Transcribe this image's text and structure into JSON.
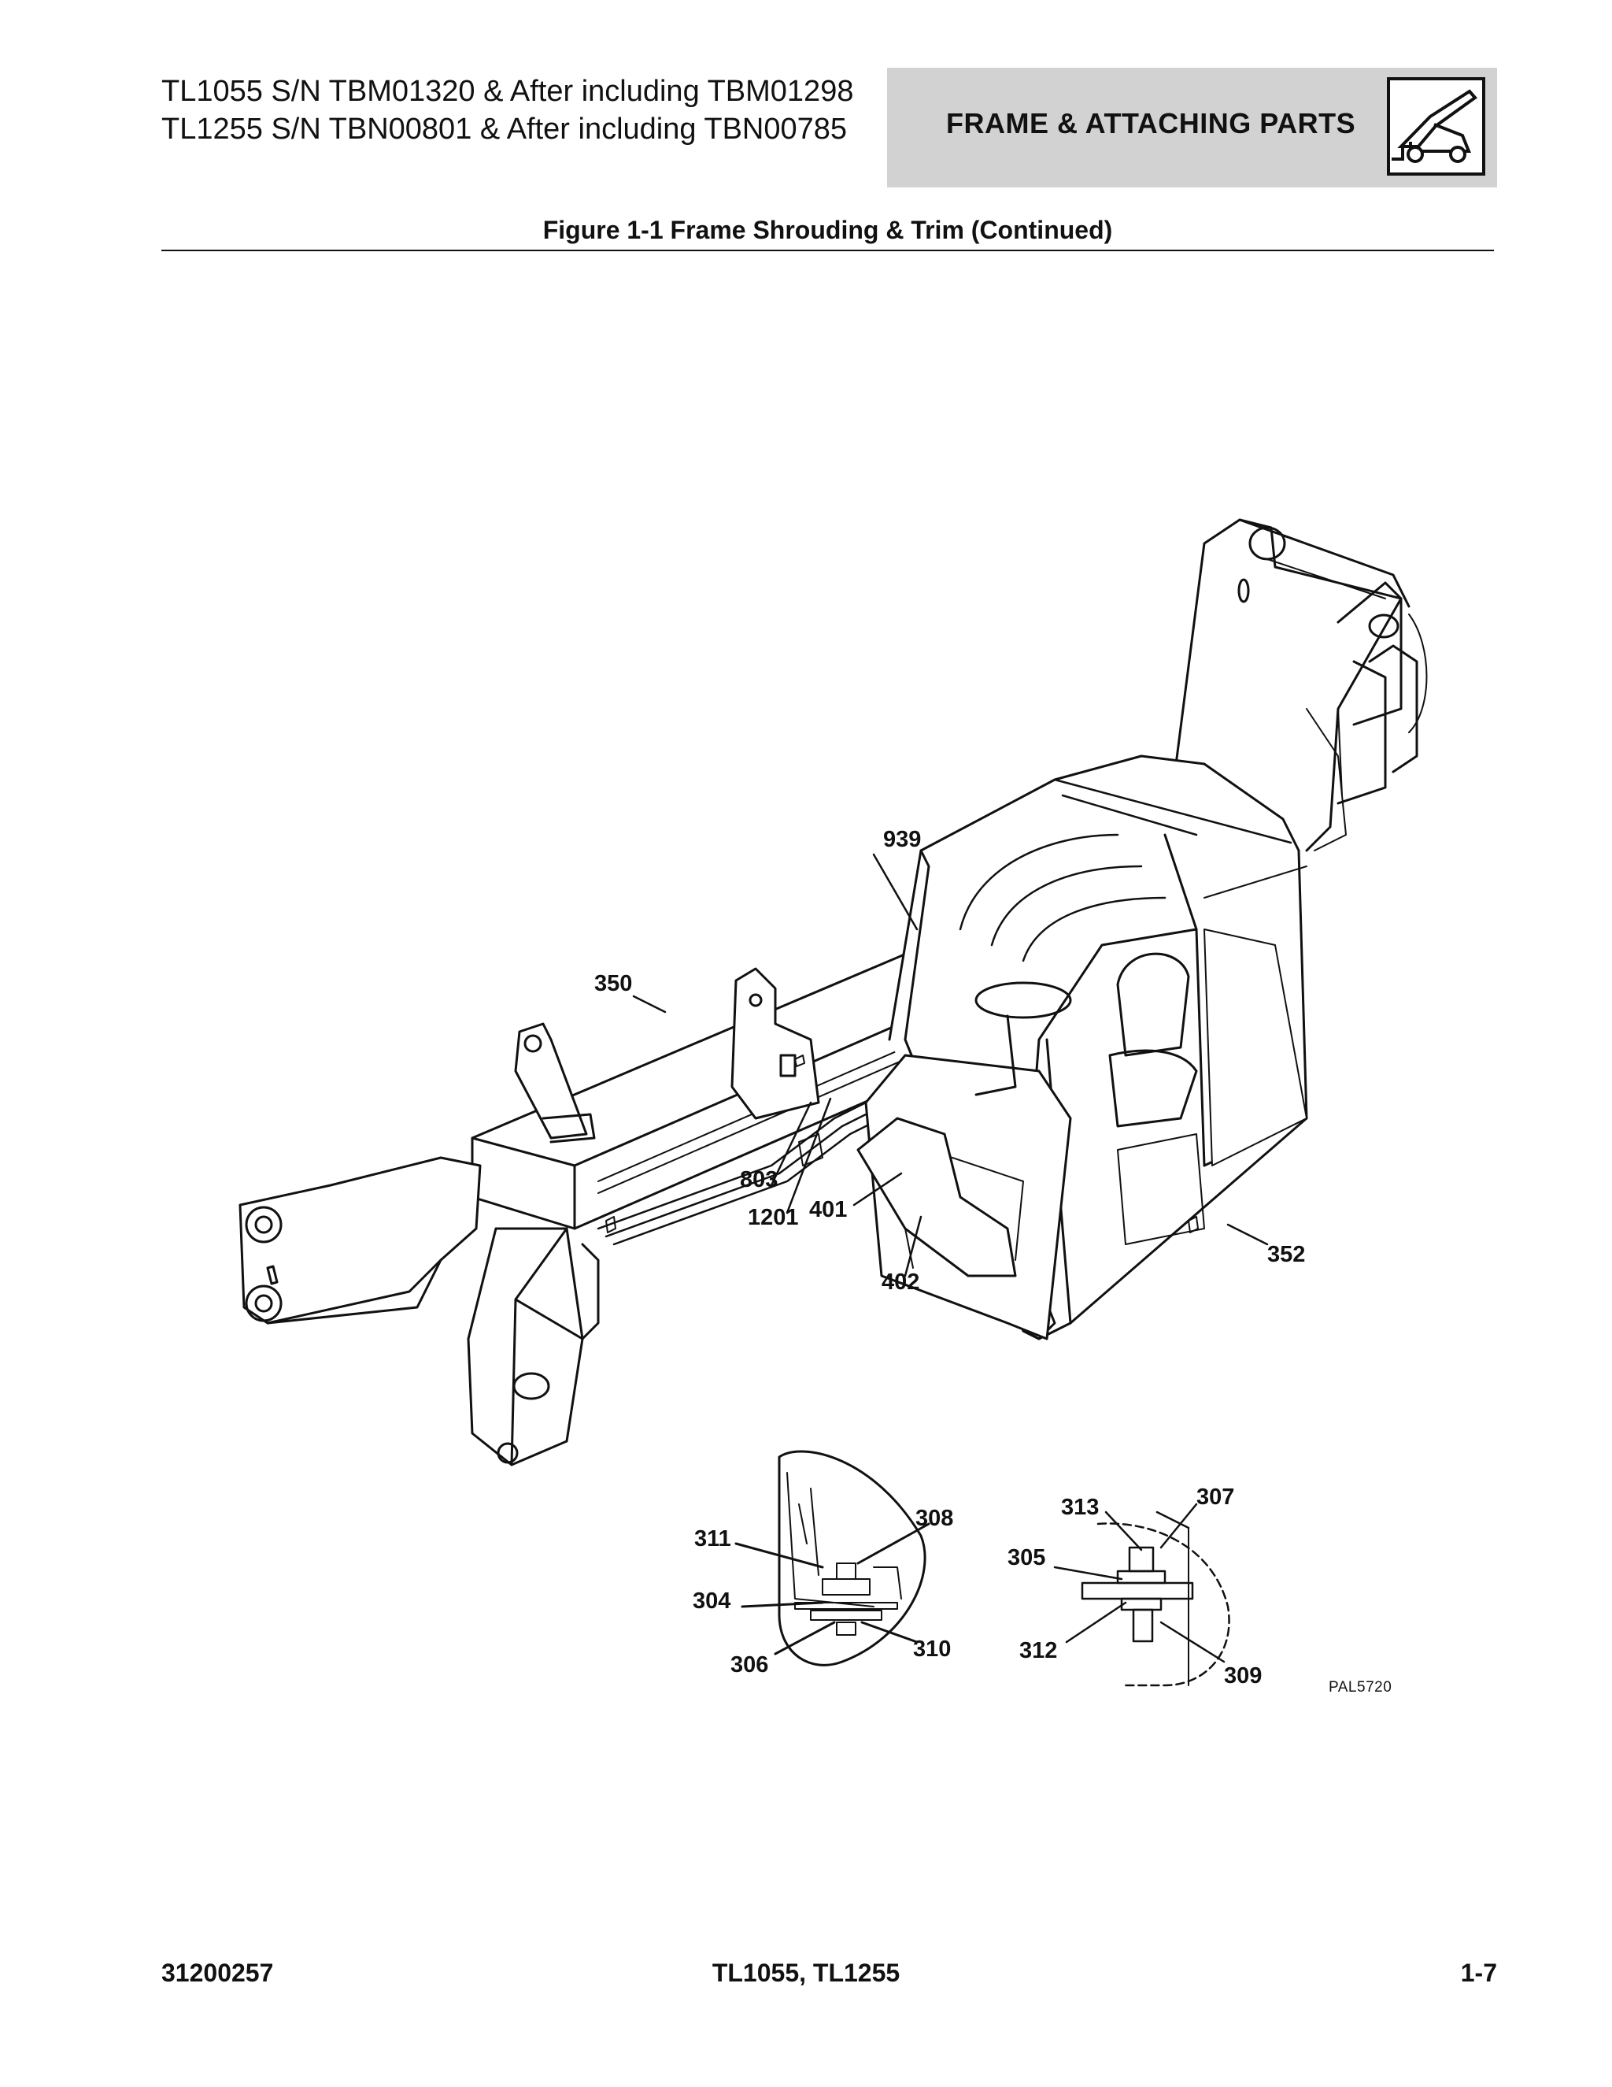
{
  "header": {
    "model_line_1": "TL1055 S/N TBM01320 & After including TBM01298",
    "model_line_2": "TL1255 S/N TBN00801 & After including TBN00785",
    "section_title": "FRAME & ATTACHING PARTS",
    "section_icon": "telehandler-icon"
  },
  "figure": {
    "title": "Figure 1-1 Frame Shrouding & Trim (Continued)",
    "drawing_id": "PAL5720"
  },
  "callouts": {
    "c939": "939",
    "c350": "350",
    "c803": "803",
    "c1201": "1201",
    "c401": "401",
    "c402": "402",
    "c352": "352",
    "c311": "311",
    "c308": "308",
    "c304": "304",
    "c306": "306",
    "c310": "310",
    "c313": "313",
    "c307": "307",
    "c305": "305",
    "c312": "312",
    "c309": "309"
  },
  "footer": {
    "doc_number": "31200257",
    "models": "TL1055, TL1255",
    "page": "1-7"
  }
}
